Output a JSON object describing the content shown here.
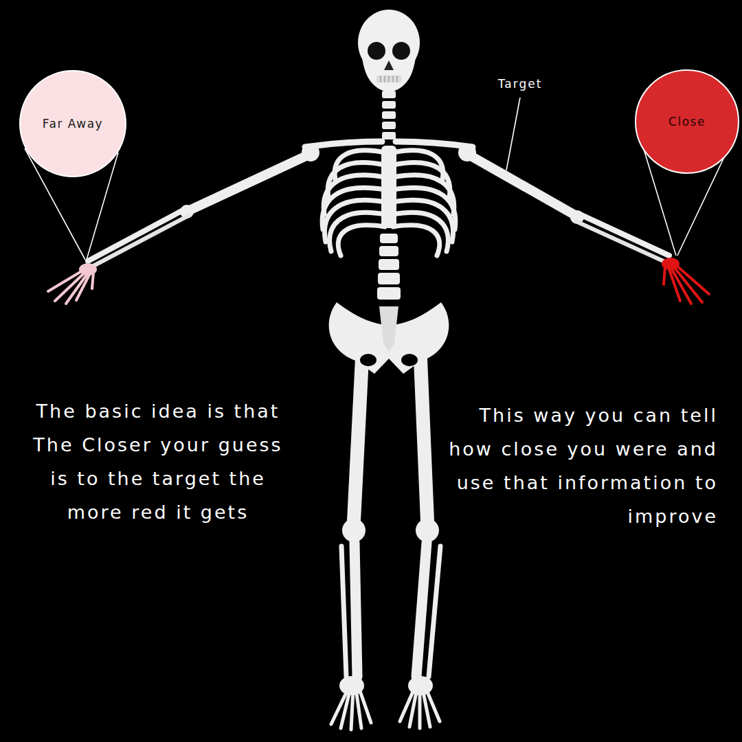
{
  "diagram": {
    "nodes": [
      {
        "text": [
          "Far Away"
        ]
      },
      {
        "text": [
          "Close"
        ]
      }
    ],
    "labels": [
      "Target",
      "The basic idea is that The Closer your guess is to the target the more red it gets",
      "This way you can tell how close you were and use that information to improve"
    ]
  }
}
